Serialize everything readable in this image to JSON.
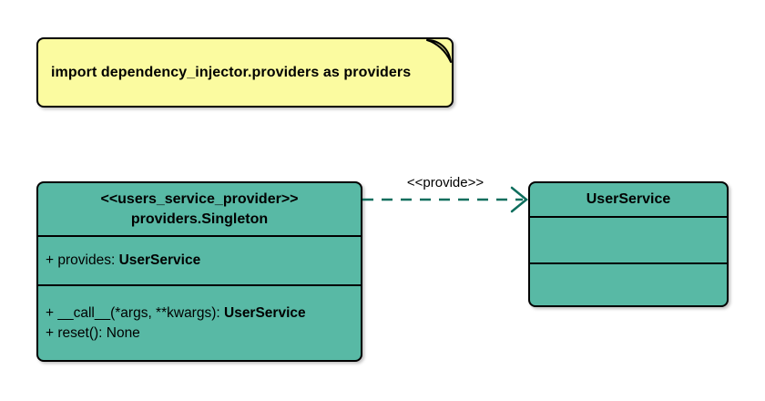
{
  "colors": {
    "background": "#FFFFFF",
    "note_fill": "#FBFBA0",
    "note_fold": "#C9C97C",
    "class_fill": "#58B9A5",
    "border": "#000000",
    "arrow": "#0E6E5D",
    "text": "#000000"
  },
  "note": {
    "text": "import dependency_injector.providers as providers"
  },
  "singleton_class": {
    "stereotype": "<<users_service_provider>>",
    "name": "providers.Singleton",
    "attributes": [
      {
        "text": "+ provides: ",
        "type": "UserService"
      }
    ],
    "methods": [
      {
        "text": "+ __call__(*args, **kwargs): ",
        "type": "UserService"
      },
      {
        "text": "+ reset(): None",
        "type": ""
      }
    ]
  },
  "user_service_class": {
    "name": "UserService"
  },
  "relation": {
    "label": "<<provide>>"
  }
}
